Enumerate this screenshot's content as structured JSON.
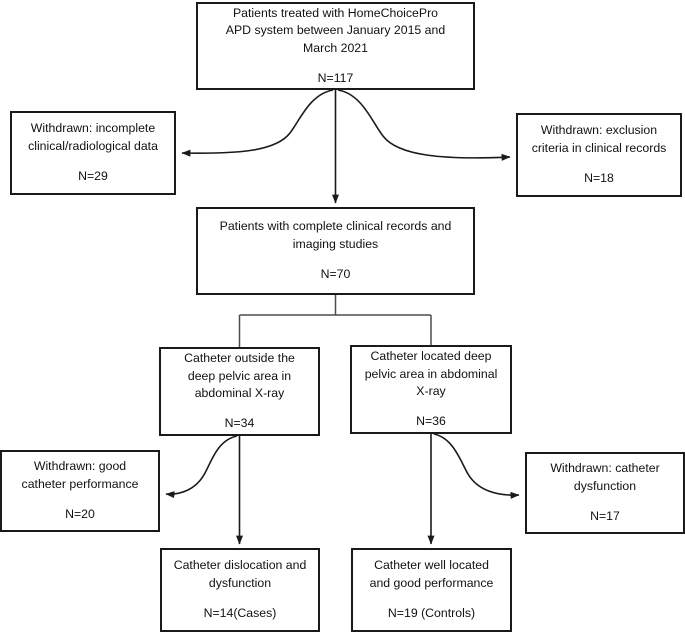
{
  "chart_data": {
    "type": "diagram",
    "diagram_kind": "patient-flow-chart",
    "title": "",
    "nodes": [
      {
        "id": "enrolled",
        "title": "Patients treated with HomeChoicePro\nAPD system between January 2015 and\nMarch 2021",
        "count": "N=117"
      },
      {
        "id": "withdrawn-incomplete",
        "title": "Withdrawn: incomplete\nclinical/radiological data",
        "count": "N=29"
      },
      {
        "id": "withdrawn-exclusion",
        "title": "Withdrawn: exclusion\ncriteria in clinical records",
        "count": "N=18"
      },
      {
        "id": "complete-records",
        "title": "Patients with complete clinical records and\nimaging studies",
        "count": "N=70"
      },
      {
        "id": "catheter-outside",
        "title": "Catheter outside the\ndeep pelvic area in\nabdominal X-ray",
        "count": "N=34"
      },
      {
        "id": "catheter-deep",
        "title": "Catheter located deep\npelvic area in abdominal\nX-ray",
        "count": "N=36"
      },
      {
        "id": "withdrawn-good-performance",
        "title": "Withdrawn: good\ncatheter performance",
        "count": "N=20"
      },
      {
        "id": "withdrawn-dysfunction",
        "title": "Withdrawn: catheter\ndysfunction",
        "count": "N=17"
      },
      {
        "id": "cases",
        "title": "Catheter dislocation and\ndysfunction",
        "count": "N=14(Cases)"
      },
      {
        "id": "controls",
        "title": "Catheter well located\nand good performance",
        "count": "N=19 (Controls)"
      }
    ],
    "edges": [
      {
        "from": "enrolled",
        "to": "withdrawn-incomplete",
        "style": "curved",
        "arrow": true
      },
      {
        "from": "enrolled",
        "to": "withdrawn-exclusion",
        "style": "curved",
        "arrow": true
      },
      {
        "from": "enrolled",
        "to": "complete-records",
        "style": "straight",
        "arrow": true
      },
      {
        "from": "complete-records",
        "to": "catheter-outside",
        "style": "bracket",
        "arrow": false
      },
      {
        "from": "complete-records",
        "to": "catheter-deep",
        "style": "bracket",
        "arrow": false
      },
      {
        "from": "catheter-outside",
        "to": "withdrawn-good-performance",
        "style": "curved",
        "arrow": true
      },
      {
        "from": "catheter-outside",
        "to": "cases",
        "style": "straight",
        "arrow": true
      },
      {
        "from": "catheter-deep",
        "to": "withdrawn-dysfunction",
        "style": "curved",
        "arrow": true
      },
      {
        "from": "catheter-deep",
        "to": "controls",
        "style": "straight",
        "arrow": true
      }
    ],
    "colors": {
      "node_border": "#1a1a1a",
      "node_fill": "#ffffff",
      "edge": "#1a1a1a",
      "text": "#111111",
      "background": "#ffffff"
    }
  }
}
